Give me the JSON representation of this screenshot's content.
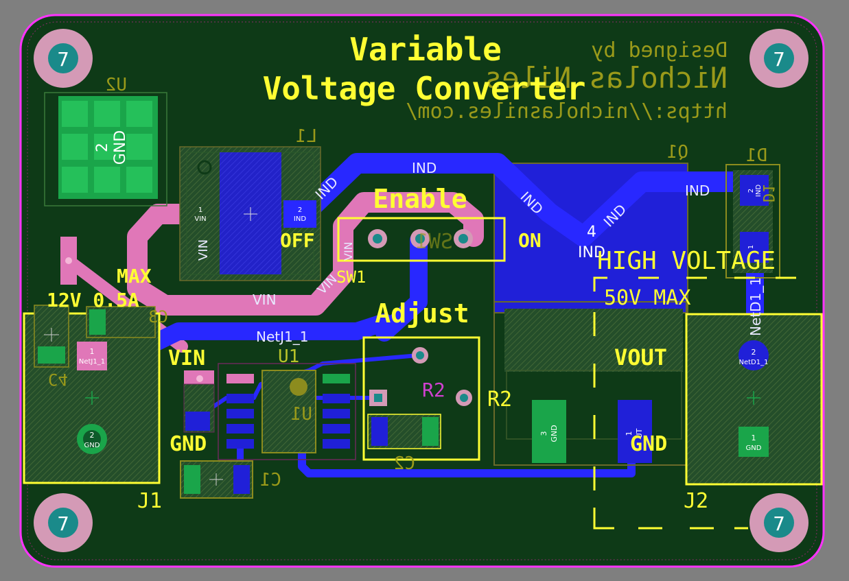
{
  "colors": {
    "background": "#7f7f7f",
    "board": "#0e3a17",
    "board_outline": "#ff33ff",
    "top_copper": "#2b3f86",
    "bottom_copper": "#1a1ad6",
    "bottom_copper_bright": "#2828ff",
    "inner_copper": "#e077b8",
    "silkscreen": "#ffff33",
    "silkscreen_dim": "#8c8c1e",
    "smd_pad": "#1aa54a",
    "mount_hole_ring": "#d49ab6",
    "mount_hole_center": "#1a8a8a"
  },
  "title": {
    "line1": "Variable",
    "line2": "Voltage Converter"
  },
  "credits": {
    "line1": "Designed by",
    "line2": "Nicholas Niles",
    "line3": "https://nicholasniles.com/"
  },
  "mount_holes": [
    "7",
    "7",
    "7",
    "7"
  ],
  "labels": {
    "enable": "Enable",
    "off": "OFF",
    "on": "ON",
    "sw1": "SW1",
    "sw1_mirror": "SW1",
    "adjust": "Adjust",
    "r2": "R2",
    "r2_inner": "R2",
    "max": "MAX",
    "rating": "12V 0.5A",
    "vin": "VIN",
    "gnd_left": "GND",
    "gnd_right": "GND",
    "high_voltage": "HIGH VOLTAGE",
    "max_50v": "50V MAX",
    "vout": "VOUT",
    "j1": "J1",
    "j2": "J2",
    "u1": "U1",
    "u1_mirror": "U1",
    "u2": "U2",
    "l1": "L1",
    "q1": "Q1",
    "d1": "D1",
    "c1": "C1",
    "c2": "C2",
    "c3": "C3",
    "c4": "C4",
    "d1_mirror": "D1"
  },
  "nets": {
    "ind": "IND",
    "vin": "VIN",
    "netj1_1": "NetJ1_1",
    "netd1_1": "NetD1_1"
  },
  "pads": {
    "u2_pad": {
      "number": "2",
      "net": "GND"
    },
    "l1_pad1": {
      "number": "1",
      "net": "VIN"
    },
    "l1_pad2": {
      "number": "2",
      "net": "IND"
    },
    "q1_pad4": {
      "number": "4",
      "net": "IND"
    },
    "d1_pad2": {
      "number": "2",
      "net": "IND"
    },
    "d1_pad1": {
      "number": "1",
      "net": "NetD1_1"
    },
    "j1_pad1": {
      "number": "1",
      "net": "NetJ1_1"
    },
    "j1_pad2": {
      "number": "2",
      "net": "GND"
    },
    "j2_pad2": {
      "number": "2",
      "net": "NetD1_1"
    },
    "j2_pad1": {
      "number": "1",
      "net": "GND"
    },
    "q1_pad3": {
      "number": "3",
      "net": "GND"
    },
    "q1_pad1": {
      "number": "1",
      "net": "UT"
    }
  }
}
